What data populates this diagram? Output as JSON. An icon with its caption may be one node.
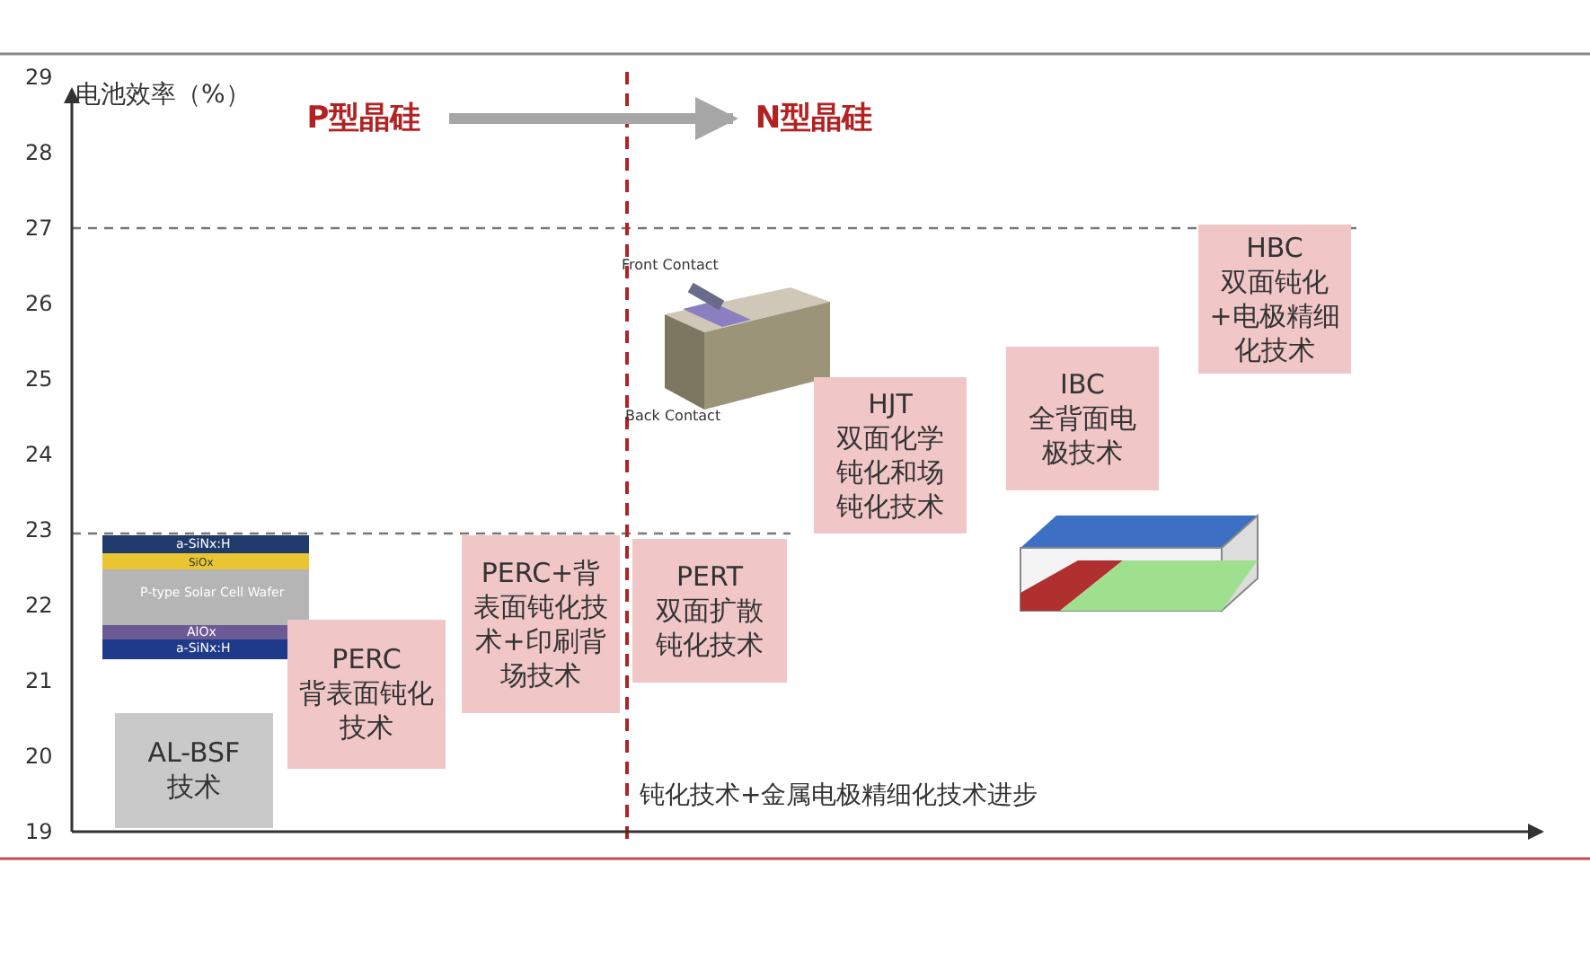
{
  "diagram": {
    "nodes": [
      {
        "text": [
          "P型晶硅"
        ]
      },
      {
        "text": [
          "N型晶硅"
        ]
      },
      {
        "text": [
          "AL-BSF",
          "技术"
        ]
      },
      {
        "text": [
          "PERC",
          "背表面钝化技术"
        ]
      },
      {
        "text": [
          "PERC+背表面钝化技术+印刷背场技术"
        ]
      },
      {
        "text": [
          "PERT",
          "双面扩散钝化技术"
        ]
      },
      {
        "text": [
          "HJT",
          "双面化学钝化和场钝化技术"
        ]
      },
      {
        "text": [
          "IBC",
          "全背面电极技术"
        ]
      },
      {
        "text": [
          "HBC",
          "双面钝化+电极精细化技术"
        ]
      }
    ],
    "edges": [
      {
        "from": 0,
        "to": 1,
        "arrow": "to"
      }
    ],
    "labels": [
      "29",
      "电池效率（%）",
      "28",
      "27",
      "26",
      "Front Contact",
      "25",
      "24",
      "Back Contact",
      "23",
      "a-SiNx:H",
      "SiOx",
      "P-type Solar Cell Wafer",
      "22",
      "AlOx",
      "a-SiNx:H",
      "21",
      "20",
      "钝化技术+金属电极精细化技术进步",
      "19"
    ]
  }
}
